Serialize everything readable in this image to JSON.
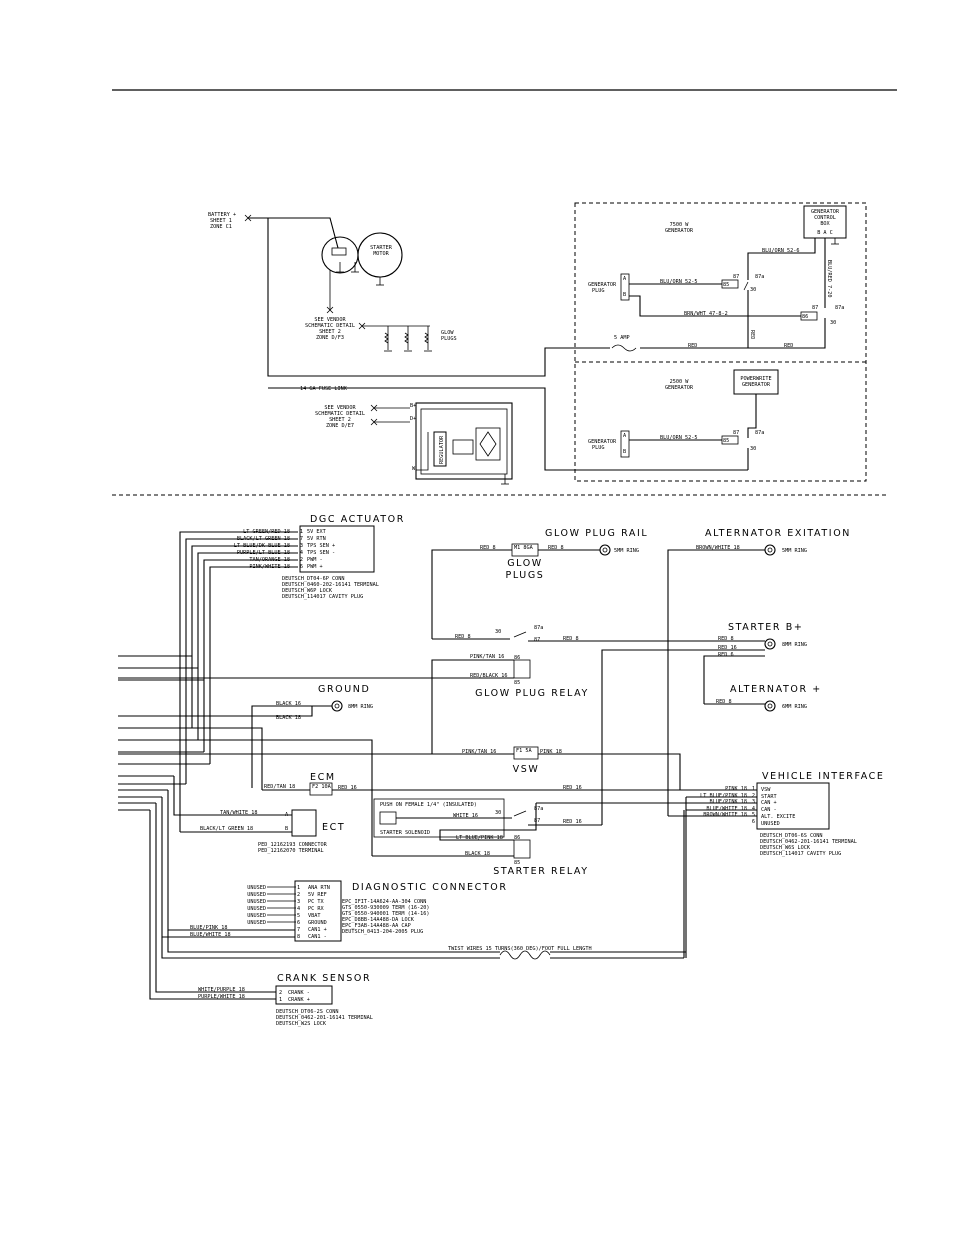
{
  "top": {
    "battery": [
      "BATTERY +",
      "SHEET 1",
      "ZONE C1"
    ],
    "starter_motor": [
      "STARTER",
      "MOTOR"
    ],
    "see_vendor_1": [
      "SEE VENDOR",
      "SCHEMATIC DETAIL",
      "SHEET 2",
      "ZONE D/F3"
    ],
    "glow_plugs": [
      "GLOW",
      "PLUGS"
    ],
    "fuse_line": "14 GA FUSE LINK",
    "see_vendor_2": [
      "SEE VENDOR",
      "SCHEMATIC DETAIL",
      "SHEET 2",
      "ZONE D/E7"
    ],
    "b_plus": "B+",
    "d_plus": "D+",
    "w": "W",
    "regulator": "REGULATOR",
    "gen7500": [
      "7500 W",
      "GENERATOR"
    ],
    "gen2500": [
      "2500 W",
      "GENERATOR"
    ],
    "control_box": [
      "GENERATOR",
      "CONTROL",
      "BOX"
    ],
    "bac": "B  A  C",
    "powerwrite": [
      "POWERWRITE",
      "GENERATOR"
    ],
    "generator_plug": [
      "GENERATOR",
      "PLUG"
    ],
    "blu_orn_52_6": "BLU/ORN 52-6",
    "blu_orn_52_5": "BLU/ORN 52-5",
    "brn_wht": "BRN/WHT 47-8-2",
    "blu_red": "BLU/RED 7-20",
    "red": "RED",
    "amp_5": "5 AMP",
    "r85": "85",
    "r86": "86",
    "r87": "87",
    "r87a": "87a",
    "r30": "30",
    "pin_a": "A",
    "pin_b": "B",
    "pin_c": "C"
  },
  "dgc": {
    "title": "DGC ACTUATOR",
    "wires": [
      "LT GREEN/RED 18",
      "BLACK/LT GREEN 18",
      "LT BLUE/DK BLUE 18",
      "PURPLE/LT BLUE 18",
      "TAN/ORANGE 18",
      "PINK/WHITE 18"
    ],
    "pins": [
      "1",
      "7",
      "3",
      "4",
      "2",
      "6"
    ],
    "functions": [
      "5V EXT",
      "5V RTN",
      "TPS SEN +",
      "TPS SEN -",
      "PWM -",
      "PWM +"
    ],
    "parts": [
      "DEUTSCH_DT04-6P CONN",
      "DEUTSCH_0460-202-16141 TERMINAL",
      "DEUTSCH_W6P LOCK",
      "DEUTSCH_114017 CAVITY PLUG"
    ]
  },
  "glow_plug_rail": {
    "title": "GLOW PLUG RAIL",
    "wire": "RED 8",
    "fuse": "M1 8GA",
    "wire2": "RED 8",
    "ring": "5MM RING",
    "label": [
      "GLOW",
      "PLUGS"
    ]
  },
  "alternator_exitation": {
    "title": "ALTERNATOR EXITATION",
    "wire": "BROWN/WHITE 18",
    "ring": "5MM RING"
  },
  "starter_bplus": {
    "title": "STARTER B+",
    "wires": [
      "RED 8",
      "RED 16",
      "RED 6"
    ],
    "ring": "8MM RING"
  },
  "alternator_plus": {
    "title": "ALTERNATOR +",
    "wire": "RED 8",
    "ring": "6MM RING"
  },
  "glow_relay": {
    "title": "GLOW PLUG RELAY",
    "w1": "RED 8",
    "w2": "RED 8",
    "w3": "PINK/TAN 16",
    "w4": "RED/BLACK 16",
    "n30": "30",
    "n87a": "87a",
    "n87": "87",
    "n86": "86",
    "n85": "85"
  },
  "ground": {
    "title": "GROUND",
    "w1": "BLACK 16",
    "w2": "BLACK 18",
    "ring": "8MM RING"
  },
  "vsw": {
    "title": "VSW",
    "w1": "PINK/TAN 16",
    "fuse": "F1 5A",
    "w2": "PINK 18"
  },
  "ecm": {
    "title": "ECM",
    "w1": "RED/TAN 18",
    "fuse": "F2 10A",
    "w2": "RED 16",
    "w3": "RED 16"
  },
  "vehicle_interface": {
    "title": "VEHICLE INTERFACE",
    "wires": [
      "PINK 18",
      "LT BLUE/PINK 18",
      "BLUE/PINK 18",
      "BLUE/WHITE 18",
      "BROWN/WHITE 18"
    ],
    "pins": [
      "1",
      "2",
      "3",
      "4",
      "5",
      "6"
    ],
    "functions": [
      "VSW",
      "START",
      "CAN +",
      "CAN -",
      "ALT. EXCITE",
      "UNUSED"
    ],
    "parts": [
      "DEUTSCH_DT06-6S CONN",
      "DEUTSCH_0462-201-16141 TERMINAL",
      "DEUTSCH_W6S LOCK",
      "DEUTSCH_114017 CAVITY PLUG"
    ]
  },
  "starter_relay": {
    "title": "STARTER RELAY",
    "push_on": "PUSH ON FEMALE 1/4\" (INSULATED)",
    "solenoid": "STARTER SOLENOID",
    "w1": "WHITE 16",
    "w2": "RED 16",
    "w3": "LT BLUE/PINK 18",
    "w4": "BLACK 18",
    "n30": "30",
    "n87a": "87a",
    "n87": "87",
    "n86": "86",
    "n85": "85"
  },
  "ect": {
    "title": "ECT",
    "w1": "TAN/WHITE 18",
    "w2": "BLACK/LT GREEN 18",
    "pa": "A",
    "pb": "B",
    "parts": [
      "PED_12162193 CONNECTOR",
      "PED_12162070 TERMINAL"
    ]
  },
  "diag": {
    "title": "DIAGNOSTIC CONNECTOR",
    "unused": [
      "UNUSED",
      "UNUSED",
      "UNUSED",
      "UNUSED",
      "UNUSED",
      "UNUSED"
    ],
    "wires": [
      "BLUE/PINK 18",
      "BLUE/WHITE 18"
    ],
    "pins": [
      "1",
      "2",
      "3",
      "4",
      "5",
      "6",
      "7",
      "8"
    ],
    "functions": [
      "ANA RTN",
      "5V REF",
      "PC TX",
      "PC RX",
      "VBAT",
      "GROUND",
      "CAN1 +",
      "CAN1 -"
    ],
    "parts": [
      "EPC_IFIT-14A624-AA-304 CONN",
      "GTS_0550-930009 TERM (16-20)",
      "GTS_0550-940001 TERM (14-16)",
      "EPC_D8BB-14A488-DA LOCK",
      "EPC_F3AB-14A488-AA CAP",
      "DEUTSCH_0413-204-2005 PLUG"
    ]
  },
  "twist": "TWIST WIRES 15 TURNS(360 DEG)/FOOT FULL LENGTH",
  "crank": {
    "title": "CRANK SENSOR",
    "wires": [
      "WHITE/PURPLE 18",
      "PURPLE/WHITE 18"
    ],
    "pins": [
      "2",
      "1"
    ],
    "functions": [
      "CRANK -",
      "CRANK +"
    ],
    "parts": [
      "DEUTSCH_DT06-2S CONN",
      "DEUTSCH_0462-201-16141 TERMINAL",
      "DEUTSCH_W2S LOCK"
    ]
  }
}
